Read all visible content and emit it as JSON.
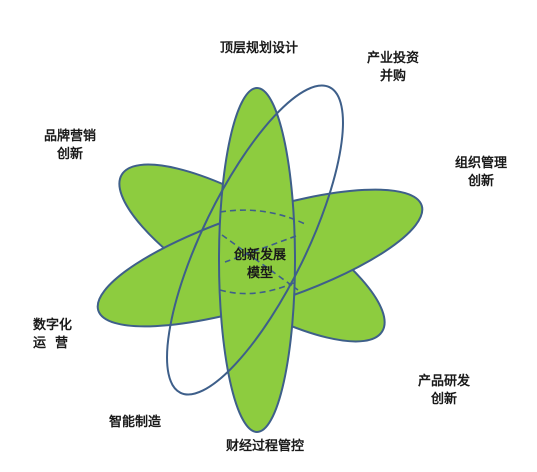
{
  "center": {
    "line1": "创新发展",
    "line2": "模型"
  },
  "labels": {
    "top_design": "顶层规划设计",
    "industry_invest_line1": "产业投资",
    "industry_invest_line2": "并购",
    "org_mgmt_line1": "组织管理",
    "org_mgmt_line2": "创新",
    "product_rd_line1": "产品研发",
    "product_rd_line2": "创新",
    "finance_control": "财经过程管控",
    "smart_mfg": "智能制造",
    "digital_ops_line1": "数字化",
    "digital_ops_line2": "运  营",
    "brand_marketing_line1": "品牌营销",
    "brand_marketing_line2": "创新"
  },
  "colors": {
    "petal_fill": "#8dcc3f",
    "petal_stroke": "#3e5f8a",
    "text": "#1a1a1a",
    "background": "#ffffff"
  }
}
